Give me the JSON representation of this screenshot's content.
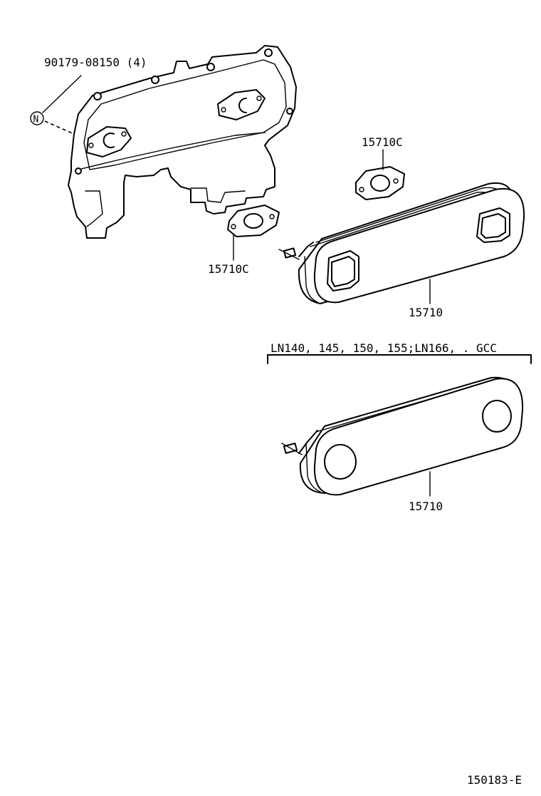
{
  "labels": {
    "bolt_part": "90179-08150 (4)",
    "bolt_marker": "N",
    "gasket_top": "15710C",
    "gasket_left": "15710C",
    "cooler_upper": "15710",
    "variant_header": "LN140, 145, 150, 155;LN166, . GCC",
    "cooler_lower": "15710",
    "diagram_code": "150183-E"
  }
}
